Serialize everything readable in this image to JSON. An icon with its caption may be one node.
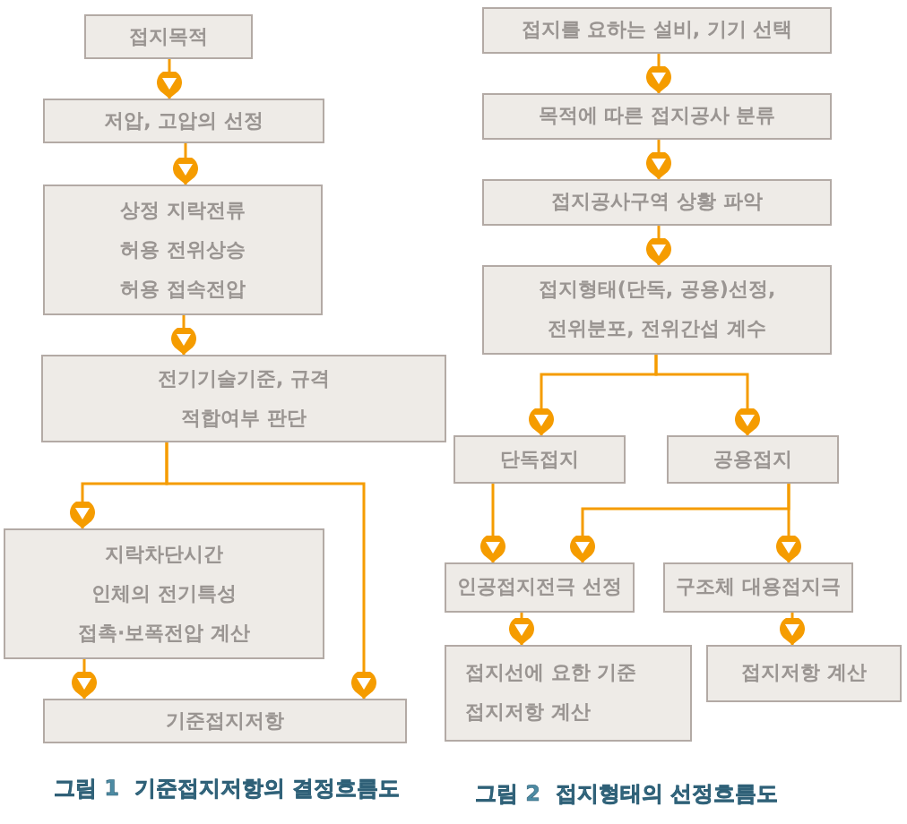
{
  "diagram": {
    "nodes": [
      {
        "text": [
          "접지목적"
        ]
      },
      {
        "text": [
          "저압, 고압의 선정"
        ]
      },
      {
        "text": [
          "상정 지락전류",
          "허용 전위상승",
          "허용 접속전압"
        ]
      },
      {
        "text": [
          "전기기술기준, 규격 적합여부 판단"
        ]
      },
      {
        "text": [
          "지락차단시간",
          "인체의 전기특성",
          "접촉·보폭전압 계산"
        ]
      },
      {
        "text": [
          "기준접지저항"
        ]
      },
      {
        "text": [
          "접지를 요하는 설비, 기기 선택"
        ]
      },
      {
        "text": [
          "목적에 따른 접지공사 분류"
        ]
      },
      {
        "text": [
          "접지공사구역 상황 파악"
        ]
      },
      {
        "text": [
          "접지형태(단독, 공용)선정, 전위분포, 전위간섭 계수"
        ]
      },
      {
        "text": [
          "단독접지"
        ]
      },
      {
        "text": [
          "공용접지"
        ]
      },
      {
        "text": [
          "인공접지전극 선정"
        ]
      },
      {
        "text": [
          "구조체 대용접지극"
        ]
      },
      {
        "text": [
          "접지선에 요한 기준 접지저항 계산"
        ]
      },
      {
        "text": [
          "접지저항 계산"
        ]
      }
    ],
    "edges": [
      {
        "from": 0,
        "to": 1,
        "arrow": "to"
      },
      {
        "from": 1,
        "to": 2,
        "arrow": "to"
      },
      {
        "from": 2,
        "to": 3,
        "arrow": "to"
      },
      {
        "from": 3,
        "to": 4,
        "arrow": "to"
      },
      {
        "from": 3,
        "to": 5,
        "arrow": "to"
      },
      {
        "from": 4,
        "to": 5,
        "arrow": "to"
      },
      {
        "from": 6,
        "to": 7,
        "arrow": "to"
      },
      {
        "from": 7,
        "to": 8,
        "arrow": "to"
      },
      {
        "from": 8,
        "to": 9,
        "arrow": "to"
      },
      {
        "from": 9,
        "to": 10,
        "arrow": "to"
      },
      {
        "from": 9,
        "to": 11,
        "arrow": "to"
      },
      {
        "from": 10,
        "to": 12,
        "arrow": "to"
      },
      {
        "from": 11,
        "to": 12,
        "arrow": "to"
      },
      {
        "from": 11,
        "to": 13,
        "arrow": "to"
      },
      {
        "from": 12,
        "to": 14,
        "arrow": "to"
      },
      {
        "from": 13,
        "to": 15,
        "arrow": "to"
      }
    ],
    "labels": [
      "그림 1  기준접지저항의 결정흐름도",
      "그림 2  접지형태의 선정흐름도"
    ]
  }
}
